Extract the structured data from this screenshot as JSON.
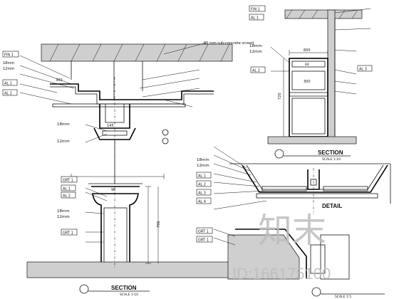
{
  "drawing": {
    "left_section": {
      "ceiling_tag": "FIN 1",
      "ceiling_note": "60 mm sub-concrete screed",
      "ceiling_labels": [
        "18mm",
        "12mm",
        "AL 1",
        "AL 2"
      ],
      "dims": [
        "300",
        "145",
        "96",
        "796"
      ],
      "mid_labels": [
        "18mm",
        "12mm"
      ],
      "lower_tags": [
        "GRT 1",
        "AL 1",
        "AL 2",
        "GRT 1"
      ],
      "lower_labels": [
        "18mm",
        "12mm"
      ],
      "title": "SECTION",
      "scale": "SCALE 1:10"
    },
    "right_top": {
      "tags": [
        "FIN 1",
        "AL 1",
        "AL 2",
        "AL 3"
      ],
      "labels": [
        "18mm",
        "12mm"
      ],
      "dims": [
        "600",
        "300",
        "720",
        "60"
      ],
      "title": "SECTION",
      "scale": "SCALE 1:10"
    },
    "right_bottom": {
      "tags": [
        "AL 1",
        "AL 2",
        "AL 3",
        "AL 4",
        "GRT 1",
        "GRT 1"
      ],
      "labels": [
        "18mm",
        "12mm"
      ],
      "title": "DETAIL",
      "scale": "SCALE 1:5"
    },
    "watermark": {
      "brand": "知末",
      "id_text": "ID:166175100"
    }
  }
}
